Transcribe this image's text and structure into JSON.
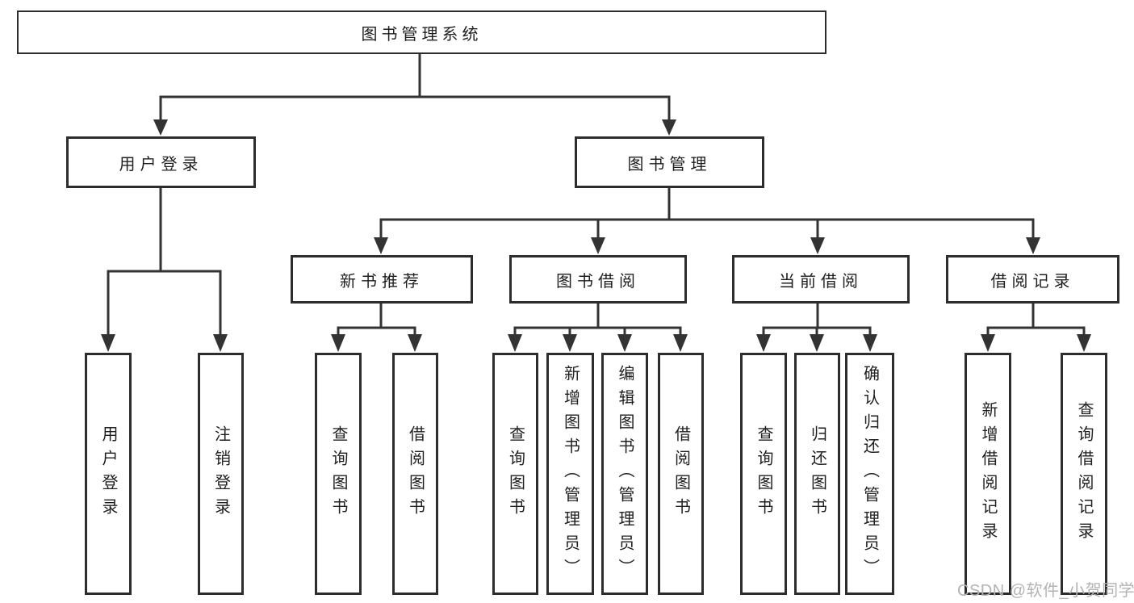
{
  "tree": {
    "label": "图书管理系统",
    "children": [
      {
        "label": "用户登录",
        "children": [
          {
            "label": "用户登录"
          },
          {
            "label": "注销登录"
          }
        ]
      },
      {
        "label": "图书管理",
        "children": [
          {
            "label": "新书推荐",
            "children": [
              {
                "label": "查询图书"
              },
              {
                "label": "借阅图书"
              }
            ]
          },
          {
            "label": "图书借阅",
            "children": [
              {
                "label": "查询图书"
              },
              {
                "label": "新增图书（管理员）"
              },
              {
                "label": "编辑图书（管理员）"
              },
              {
                "label": "借阅图书"
              }
            ]
          },
          {
            "label": "当前借阅",
            "children": [
              {
                "label": "查询图书"
              },
              {
                "label": "归还图书"
              },
              {
                "label": "确认归还（管理员）"
              }
            ]
          },
          {
            "label": "借阅记录",
            "children": [
              {
                "label": "新增借阅记录"
              },
              {
                "label": "查询借阅记录"
              }
            ]
          }
        ]
      }
    ]
  },
  "watermark": {
    "text": "CSDN @软件_小贺同学"
  },
  "colors": {
    "background": "#ffffff",
    "line": "#333333",
    "box_border": "#2d2d2d",
    "box_fill": "#ffffff",
    "text": "#1f1f1f",
    "watermark": "#b3b3b3"
  }
}
